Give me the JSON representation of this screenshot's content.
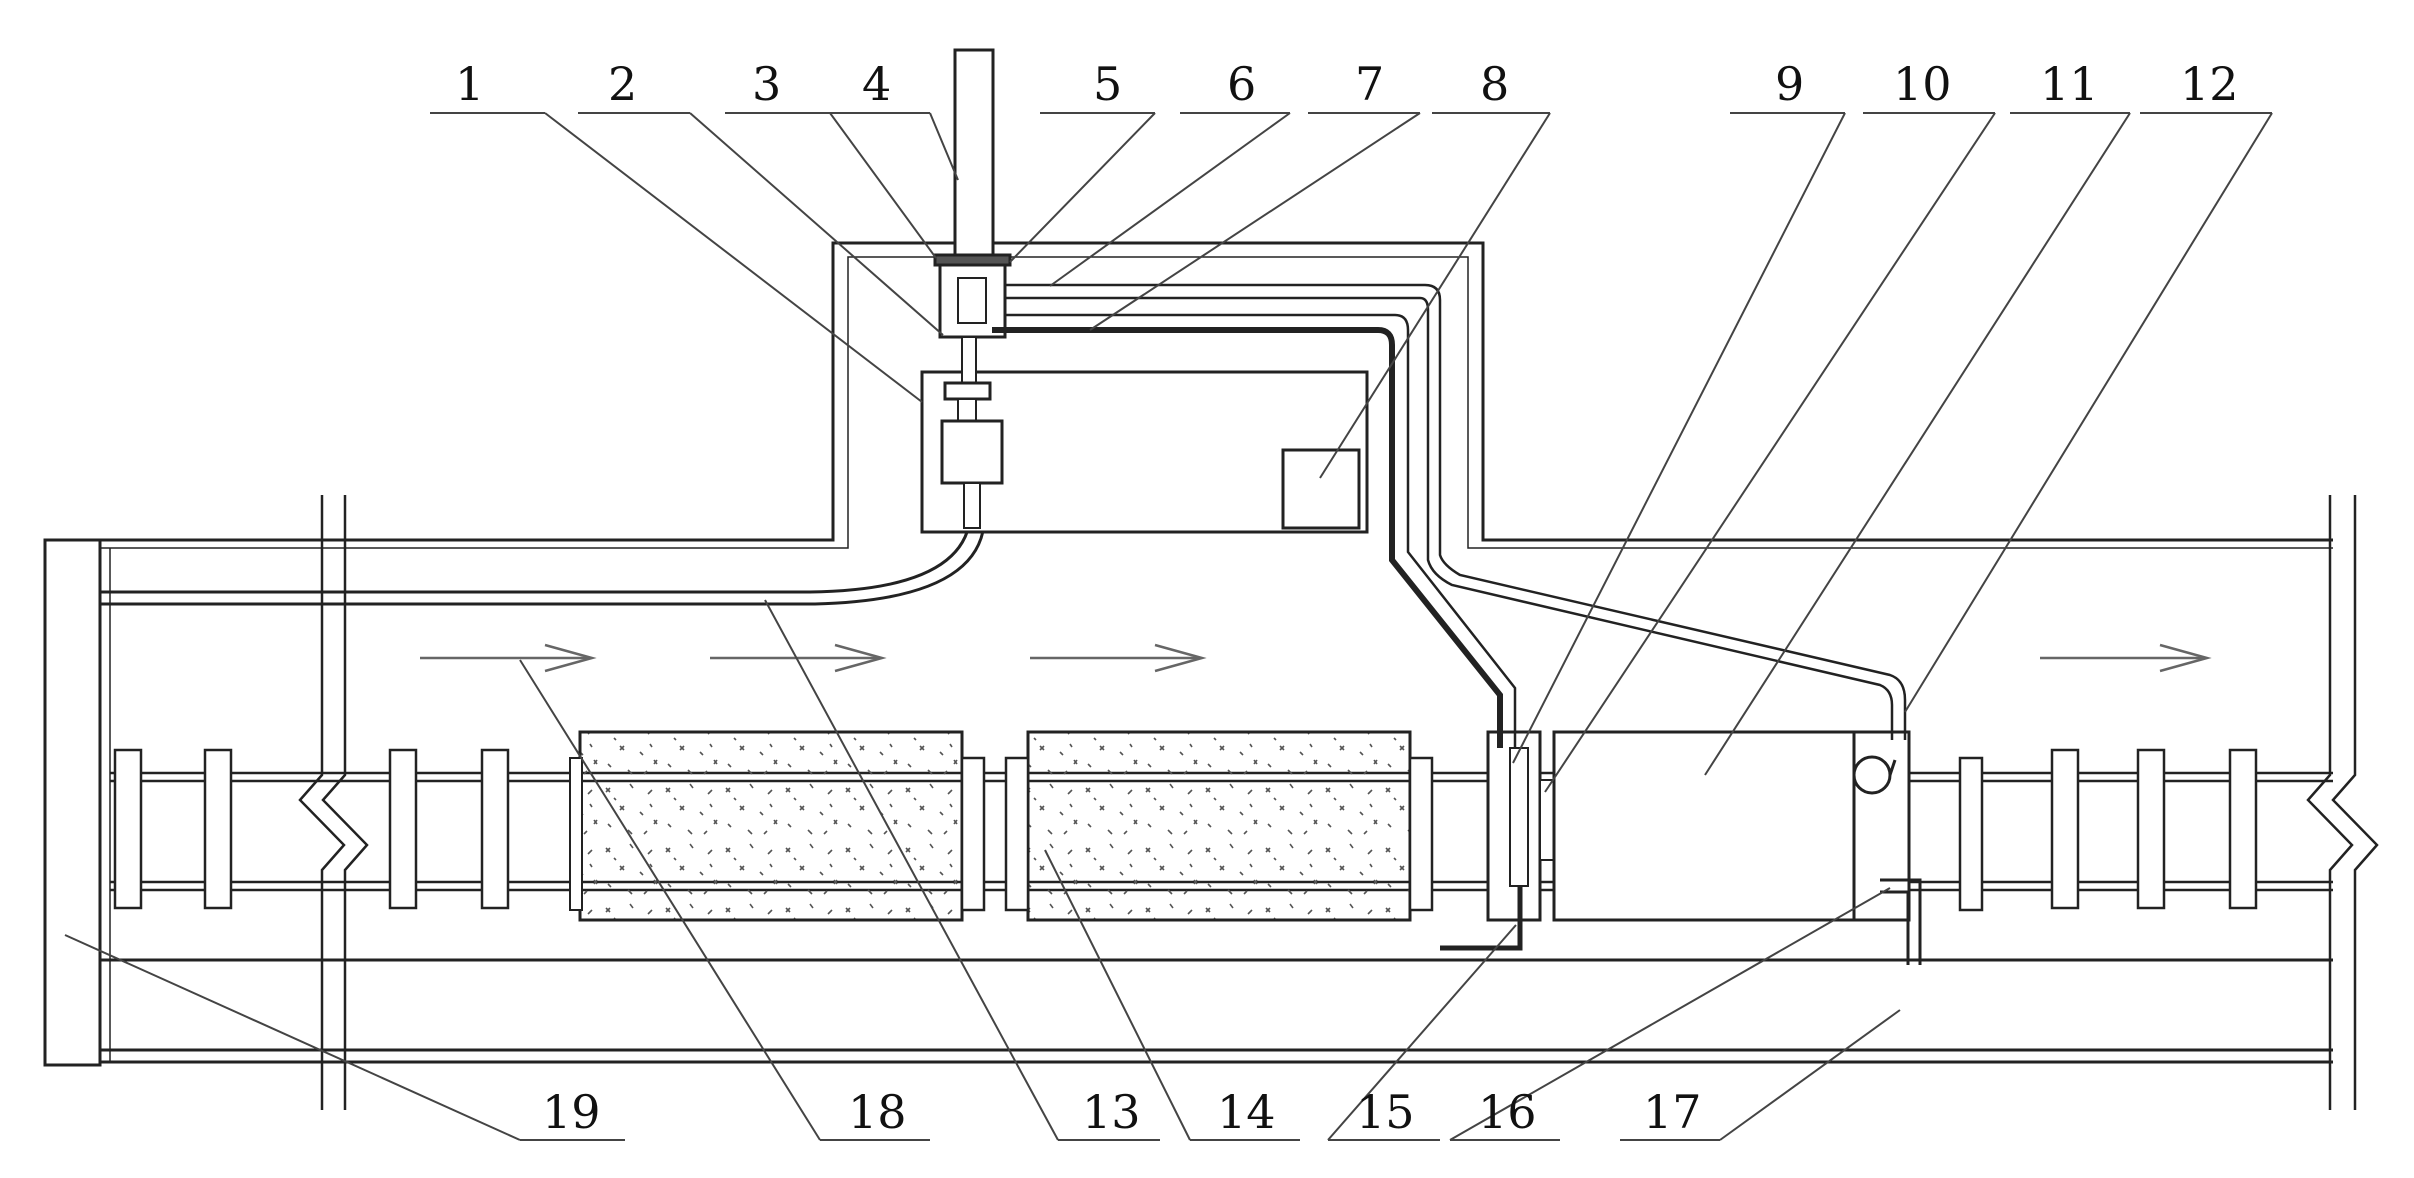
{
  "callouts": {
    "top": [
      {
        "id": "c1",
        "number": "1"
      },
      {
        "id": "c2",
        "number": "2"
      },
      {
        "id": "c3",
        "number": "3"
      },
      {
        "id": "c4",
        "number": "4"
      },
      {
        "id": "c5",
        "number": "5"
      },
      {
        "id": "c6",
        "number": "6"
      },
      {
        "id": "c7",
        "number": "7"
      },
      {
        "id": "c8",
        "number": "8"
      },
      {
        "id": "c9",
        "number": "9"
      },
      {
        "id": "c10",
        "number": "10"
      },
      {
        "id": "c11",
        "number": "11"
      },
      {
        "id": "c12",
        "number": "12"
      }
    ],
    "bottom": [
      {
        "id": "c19",
        "number": "19"
      },
      {
        "id": "c18",
        "number": "18"
      },
      {
        "id": "c13",
        "number": "13"
      },
      {
        "id": "c14",
        "number": "14"
      },
      {
        "id": "c15",
        "number": "15"
      },
      {
        "id": "c16",
        "number": "16"
      },
      {
        "id": "c17",
        "number": "17"
      }
    ]
  }
}
